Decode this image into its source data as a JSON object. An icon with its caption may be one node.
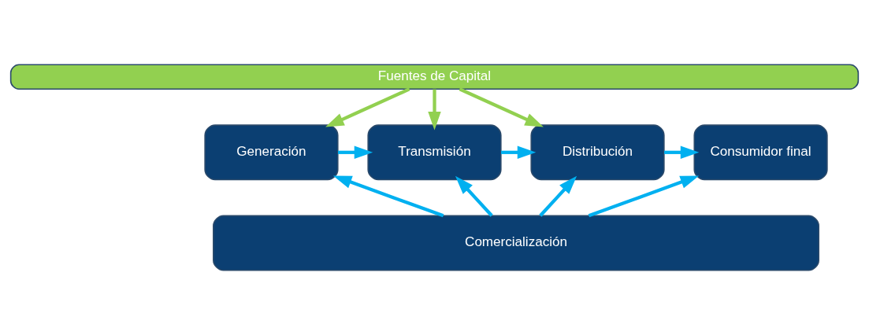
{
  "diagram": {
    "nodes": [
      {
        "text": [
          "Fuentes de Capital"
        ]
      },
      {
        "text": [
          "Generación"
        ]
      },
      {
        "text": [
          "Transmisión"
        ]
      },
      {
        "text": [
          "Distribución"
        ]
      },
      {
        "text": [
          "Consumidor final"
        ]
      },
      {
        "text": [
          "Comercialización"
        ]
      }
    ],
    "edges": [
      {
        "from": 0,
        "to": 1,
        "arrow": "to",
        "color": "#92d050"
      },
      {
        "from": 0,
        "to": 2,
        "arrow": "to",
        "color": "#92d050"
      },
      {
        "from": 0,
        "to": 3,
        "arrow": "to",
        "color": "#92d050"
      },
      {
        "from": 1,
        "to": 2,
        "arrow": "to"
      },
      {
        "from": 2,
        "to": 3,
        "arrow": "to"
      },
      {
        "from": 3,
        "to": 4,
        "arrow": "to"
      },
      {
        "from": 5,
        "to": 1,
        "arrow": "to"
      },
      {
        "from": 5,
        "to": 2,
        "arrow": "to"
      },
      {
        "from": 5,
        "to": 3,
        "arrow": "to"
      },
      {
        "from": 5,
        "to": 4,
        "arrow": "to"
      }
    ]
  }
}
